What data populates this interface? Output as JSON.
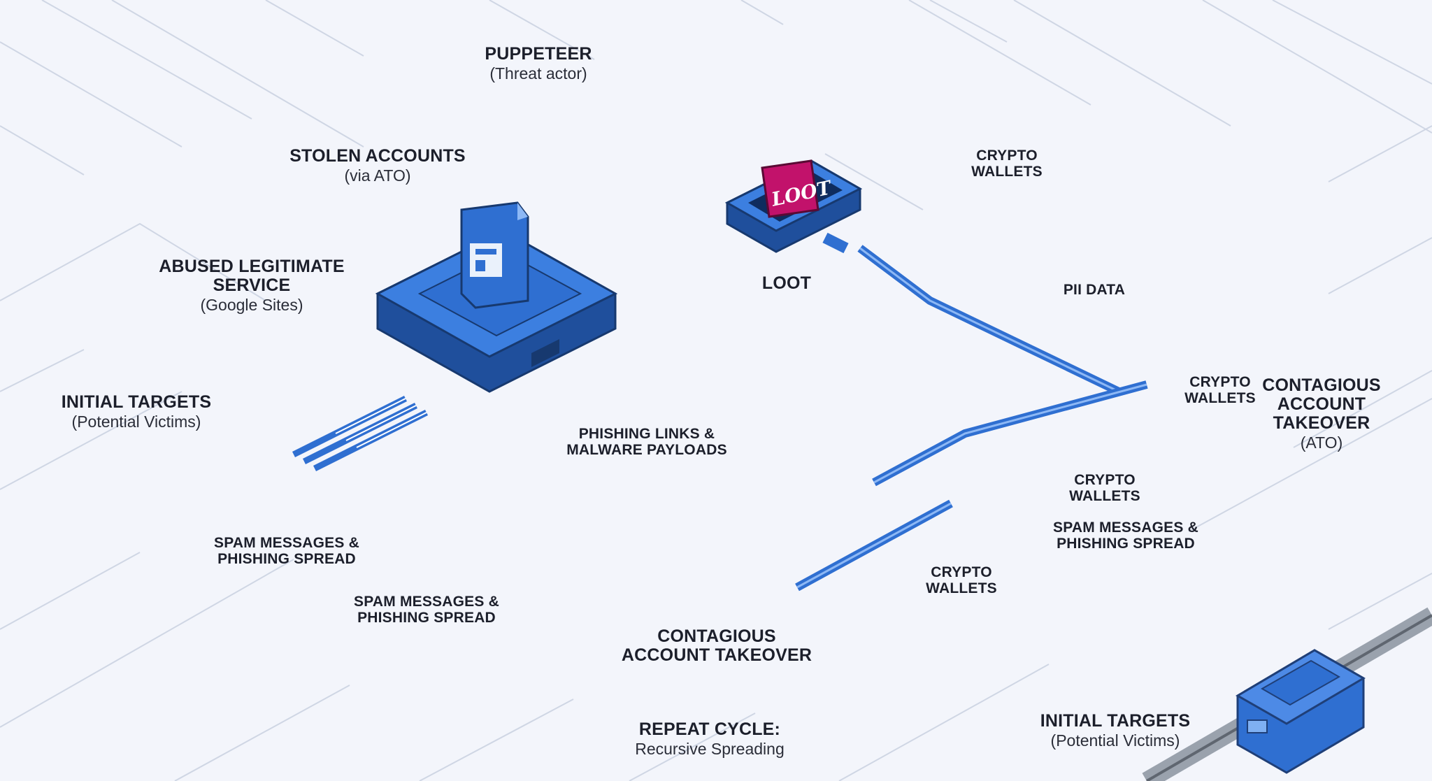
{
  "colors": {
    "background": "#f3f5fb",
    "grid_line": "#cfd6e4",
    "attack_arrow": "#d2157a",
    "device_blue": "#2f6fd1",
    "device_blue_dark": "#1f4f9c",
    "person_gray": "#6d6e72",
    "wallet_magenta": "#c2126b",
    "hacker_navy": "#34466e"
  },
  "labels": {
    "puppeteer": {
      "title": "PUPPETEER",
      "sub": "(Threat actor)"
    },
    "stolen_accounts": {
      "title": "STOLEN ACCOUNTS",
      "sub": "(via ATO)"
    },
    "abused_service": {
      "title1": "ABUSED LEGITIMATE",
      "title2": "SERVICE",
      "sub": "(Google Sites)"
    },
    "initial_targets_left": {
      "title": "INITIAL TARGETS",
      "sub": "(Potential Victims)"
    },
    "initial_targets_bottom": {
      "title": "INITIAL TARGETS",
      "sub": "(Potential Victims)"
    },
    "loot": "LOOT",
    "loot_sign": "LOOT",
    "pii_data": "PII DATA",
    "crypto_wallets_top": {
      "l1": "CRYPTO",
      "l2": "WALLETS"
    },
    "crypto_wallets_right": {
      "l1": "CRYPTO",
      "l2": "WALLETS"
    },
    "crypto_wallets_mid": {
      "l1": "CRYPTO",
      "l2": "WALLETS"
    },
    "crypto_wallets_low": {
      "l1": "CRYPTO",
      "l2": "WALLETS"
    },
    "phishing_links": {
      "l1": "PHISHING LINKS &",
      "l2": "MALWARE PAYLOADS"
    },
    "spam_left": {
      "l1": "SPAM MESSAGES &",
      "l2": "PHISHING SPREAD"
    },
    "spam_center": {
      "l1": "SPAM MESSAGES &",
      "l2": "PHISHING SPREAD"
    },
    "spam_right": {
      "l1": "SPAM MESSAGES &",
      "l2": "PHISHING SPREAD"
    },
    "contagious_center": {
      "l1": "CONTAGIOUS",
      "l2": "ACCOUNT TAKEOVER"
    },
    "contagious_right": {
      "l1": "CONTAGIOUS",
      "l2": "ACCOUNT",
      "l3": "TAKEOVER",
      "sub": "(ATO)"
    },
    "repeat_cycle": {
      "title": "REPEAT CYCLE:",
      "sub": "Recursive Spreading"
    }
  }
}
